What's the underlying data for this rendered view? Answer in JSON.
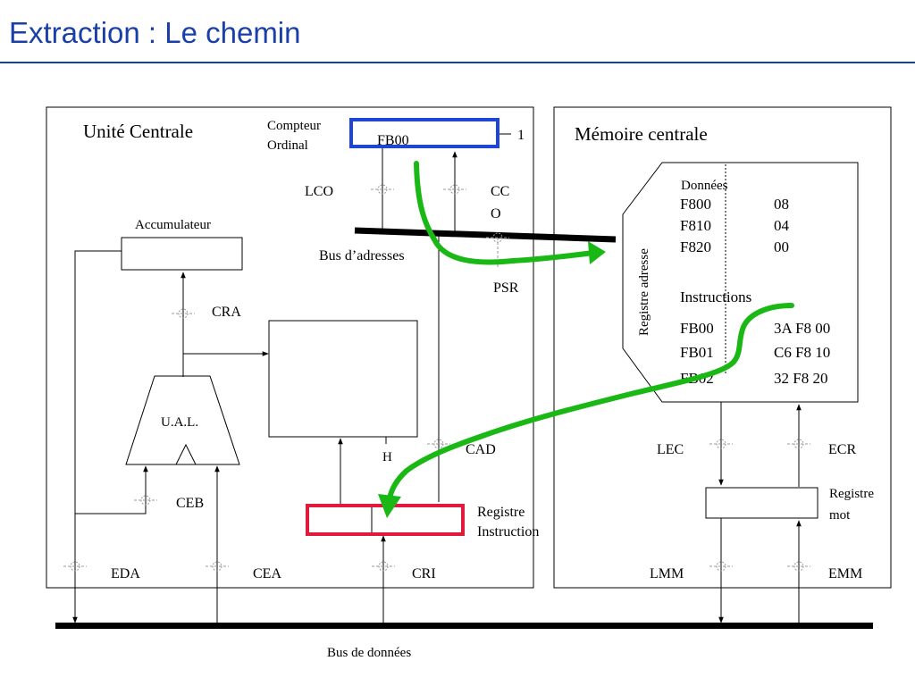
{
  "title": "Extraction : Le chemin",
  "cpu": {
    "title": "Unité Centrale",
    "pc_label_line1": "Compteur",
    "pc_label_line2": "Ordinal",
    "pc_value": "FB00",
    "pc_increment": "1",
    "lco": "LCO",
    "cco_line1": "CC",
    "cco_line2": "O",
    "bus_adresses": "Bus d’adresses",
    "psr": "PSR",
    "accumulateur": "Accumulateur",
    "cra": "CRA",
    "ual": "U.A.L.",
    "ceb": "CEB",
    "cad": "CAD",
    "h": "H",
    "registre_instruction_line1": "Registre",
    "registre_instruction_line2": "Instruction",
    "eda": "EDA",
    "cea": "CEA",
    "cri": "CRI"
  },
  "memory": {
    "title": "Mémoire centrale",
    "registre_adresse": "Registre adresse",
    "donnees_heading": "Données",
    "donnees": [
      {
        "addr": "F800",
        "val": "08"
      },
      {
        "addr": "F810",
        "val": "04"
      },
      {
        "addr": "F820",
        "val": "00"
      }
    ],
    "instructions_heading": "Instructions",
    "instructions": [
      {
        "addr": "FB00",
        "val": "3A F8 00"
      },
      {
        "addr": "FB01",
        "val": "C6 F8 10"
      },
      {
        "addr": "FB02",
        "val": "32 F8 20"
      }
    ],
    "lec": "LEC",
    "ecr": "ECR",
    "registre_mot_line1": "Registre",
    "registre_mot_line2": "mot",
    "lmm": "LMM",
    "emm": "EMM"
  },
  "bus_donnees": "Bus de données",
  "colors": {
    "title": "#1a3fa8",
    "pc_border": "#1f45d6",
    "ri_border": "#e01a3c",
    "path": "#19b814",
    "switch": "#999999"
  }
}
